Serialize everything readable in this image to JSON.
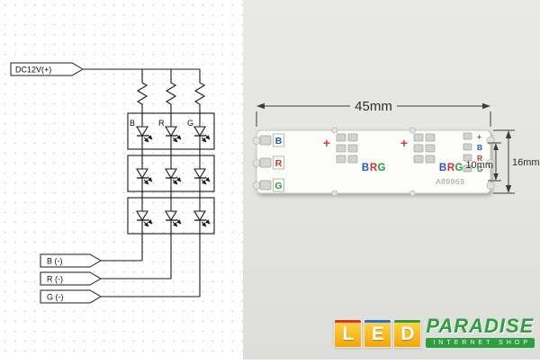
{
  "schematic": {
    "power_label": "DC12V(+)",
    "column_labels": {
      "b": "B",
      "r": "R",
      "g": "G"
    },
    "outputs": [
      "B (-)",
      "R (-)",
      "G (-)"
    ]
  },
  "pcb": {
    "dim_width_label": "45mm",
    "dim_height_label": "16mm",
    "dim_inner_label": "10mm",
    "plus_mark": "+",
    "pad_labels": {
      "b": "B",
      "r": "R",
      "g": "G"
    },
    "part_number": "A89969",
    "colors": {
      "blue": "#2257c4",
      "red": "#d2342a",
      "green": "#1f9e35",
      "plus_red": "#e03a30",
      "board": "#fcfcfa",
      "background": "#e3e3e1"
    }
  },
  "logo": {
    "blocks": [
      "L",
      "E",
      "D"
    ],
    "name": "PARADISE",
    "tagline": "INTERNET SHOP",
    "colors": {
      "block_bg": "#f7b500",
      "green": "#2f9e3f"
    }
  }
}
